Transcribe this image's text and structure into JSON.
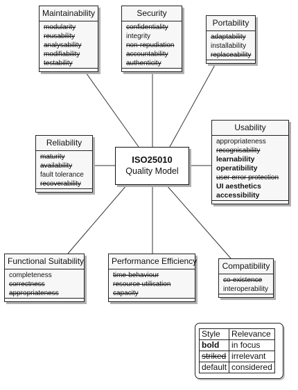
{
  "center": {
    "line1": "ISO25010",
    "line2": "Quality Model"
  },
  "boxes": {
    "maintainability": {
      "title": "Maintainability",
      "items": [
        {
          "text": "modularity",
          "style": "striked"
        },
        {
          "text": "reusability",
          "style": "striked"
        },
        {
          "text": "analysability",
          "style": "striked"
        },
        {
          "text": "modifiability",
          "style": "striked"
        },
        {
          "text": "testability",
          "style": "striked"
        }
      ]
    },
    "security": {
      "title": "Security",
      "items": [
        {
          "text": "confidentiality",
          "style": "striked"
        },
        {
          "text": "integrity",
          "style": "default"
        },
        {
          "text": "non-repudiation",
          "style": "striked"
        },
        {
          "text": "accountability",
          "style": "striked"
        },
        {
          "text": "authenticity",
          "style": "striked"
        }
      ]
    },
    "portability": {
      "title": "Portability",
      "items": [
        {
          "text": "adaptability",
          "style": "striked"
        },
        {
          "text": "installability",
          "style": "default"
        },
        {
          "text": "replaceability",
          "style": "striked"
        }
      ]
    },
    "reliability": {
      "title": "Reliability",
      "items": [
        {
          "text": "maturity",
          "style": "striked"
        },
        {
          "text": "availability",
          "style": "striked"
        },
        {
          "text": "fault tolerance",
          "style": "default"
        },
        {
          "text": "recoverability",
          "style": "striked"
        }
      ]
    },
    "usability": {
      "title": "Usability",
      "items": [
        {
          "text": "appropriateness",
          "style": "default"
        },
        {
          "text": "recognisability",
          "style": "striked"
        },
        {
          "text": "learnability",
          "style": "bold"
        },
        {
          "text": "operatibility",
          "style": "bold"
        },
        {
          "text": "user error protection",
          "style": "striked"
        },
        {
          "text": "UI aesthetics",
          "style": "bold"
        },
        {
          "text": "accessibility",
          "style": "bold"
        }
      ]
    },
    "functional": {
      "title": "Functional Suitability",
      "items": [
        {
          "text": "completeness",
          "style": "default"
        },
        {
          "text": "correctness",
          "style": "striked"
        },
        {
          "text": "appropriateness",
          "style": "striked"
        }
      ]
    },
    "performance": {
      "title": "Performance Efficiency",
      "items": [
        {
          "text": "time-behaviour",
          "style": "striked"
        },
        {
          "text": "resource utilisation",
          "style": "striked"
        },
        {
          "text": "capacity",
          "style": "striked"
        }
      ]
    },
    "compatibility": {
      "title": "Compatibility",
      "items": [
        {
          "text": "co-existence",
          "style": "striked"
        },
        {
          "text": "interoperability",
          "style": "default"
        }
      ]
    }
  },
  "legend": {
    "header": {
      "style": "Style",
      "relevance": "Relevance"
    },
    "rows": [
      {
        "style": "bold",
        "relevance": "in focus",
        "kind": "bold"
      },
      {
        "style": "striked",
        "relevance": "irrelevant",
        "kind": "striked"
      },
      {
        "style": "default",
        "relevance": "considered",
        "kind": "default"
      }
    ]
  }
}
